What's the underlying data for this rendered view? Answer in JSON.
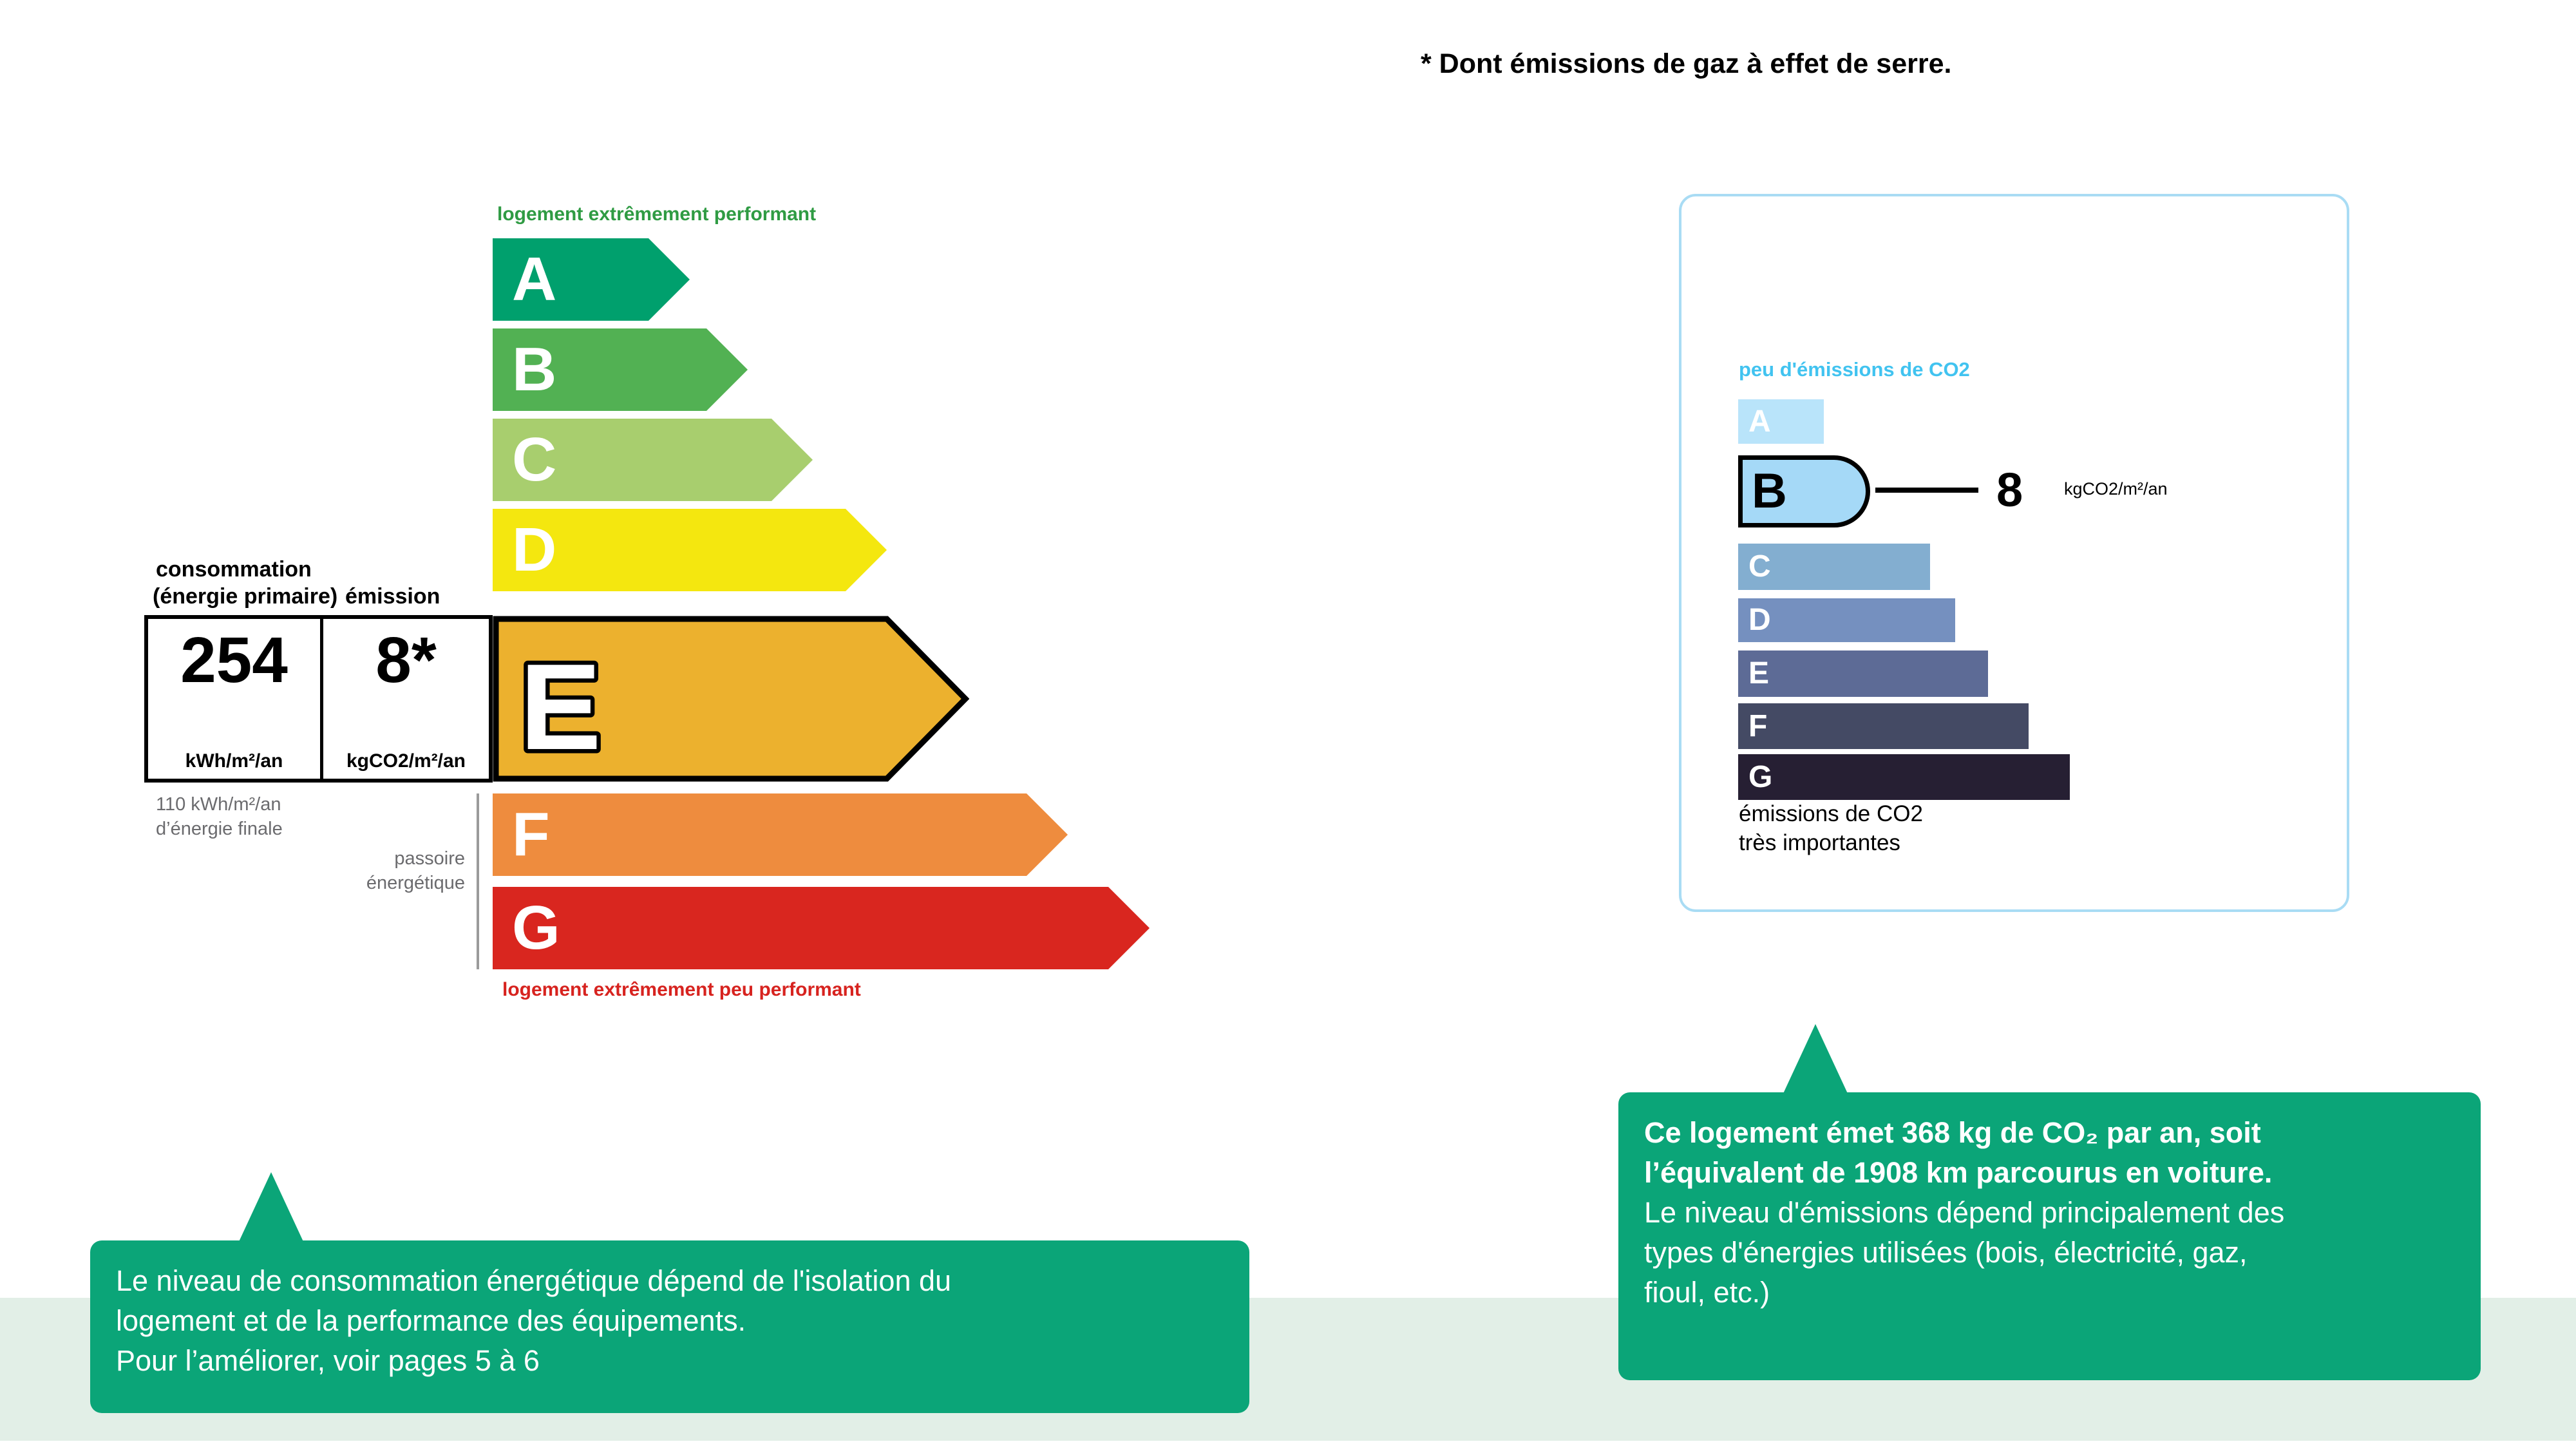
{
  "note_top": "* Dont émissions de gaz à effet de serre.",
  "energy_scale": {
    "caption_top": "logement extrêmement performant",
    "caption_bottom": "logement extrêmement peu performant",
    "header_line1": "consommation",
    "header_line2": "(énergie primaire)",
    "header_emission": "émission",
    "consumption_value": "254",
    "consumption_unit": "kWh/m²/an",
    "emission_value": "8*",
    "emission_unit": "kgCO2/m²/an",
    "final_energy_line1": "110 kWh/m²/an",
    "final_energy_line2": "d’énergie finale",
    "passoire_line1": "passoire",
    "passoire_line2": "énergétique",
    "selected_class": "E",
    "classes": [
      {
        "letter": "A",
        "color": "#00a06d"
      },
      {
        "letter": "B",
        "color": "#52b153"
      },
      {
        "letter": "C",
        "color": "#a8ce6e"
      },
      {
        "letter": "D",
        "color": "#f4e70f"
      },
      {
        "letter": "E",
        "color": "#ecb12e"
      },
      {
        "letter": "F",
        "color": "#ee8c3e"
      },
      {
        "letter": "G",
        "color": "#d9261f"
      }
    ]
  },
  "co2_scale": {
    "caption_top": "peu d'émissions de CO2",
    "caption_bottom_line1": "émissions de CO2",
    "caption_bottom_line2": "très importantes",
    "value": "8",
    "unit": "kgCO2/m²/an",
    "selected_class": "B",
    "classes": [
      {
        "letter": "A",
        "color": "#b9e4fa"
      },
      {
        "letter": "B",
        "color": "#a5d9f7"
      },
      {
        "letter": "C",
        "color": "#83aed0"
      },
      {
        "letter": "D",
        "color": "#7590bf"
      },
      {
        "letter": "E",
        "color": "#5d6b96"
      },
      {
        "letter": "F",
        "color": "#444a64"
      },
      {
        "letter": "G",
        "color": "#261f33"
      }
    ]
  },
  "callout_left": {
    "line1": "Le niveau de consommation énergétique dépend de l'isolation du",
    "line2": "logement et de la performance des équipements.",
    "line3": "Pour l’améliorer, voir pages 5 à 6"
  },
  "callout_right": {
    "bold_line1": "Ce logement émet 368 kg de CO₂ par an, soit",
    "bold_line2": "l’équivalent de 1908 km parcourus en voiture.",
    "line3": "Le niveau d'émissions dépend principalement des",
    "line4": "types d'énergies utilisées (bois, électricité, gaz,",
    "line5": "fioul, etc.)"
  },
  "colors": {
    "callout_green": "#0ba578",
    "bottom_band": "#e2efe7",
    "co2_box_border": "#a9dcf4",
    "co2_caption_blue": "#41c3f0",
    "caption_green": "#2f9b43",
    "caption_red": "#d7231f",
    "gray_text": "#6b6b6e"
  }
}
